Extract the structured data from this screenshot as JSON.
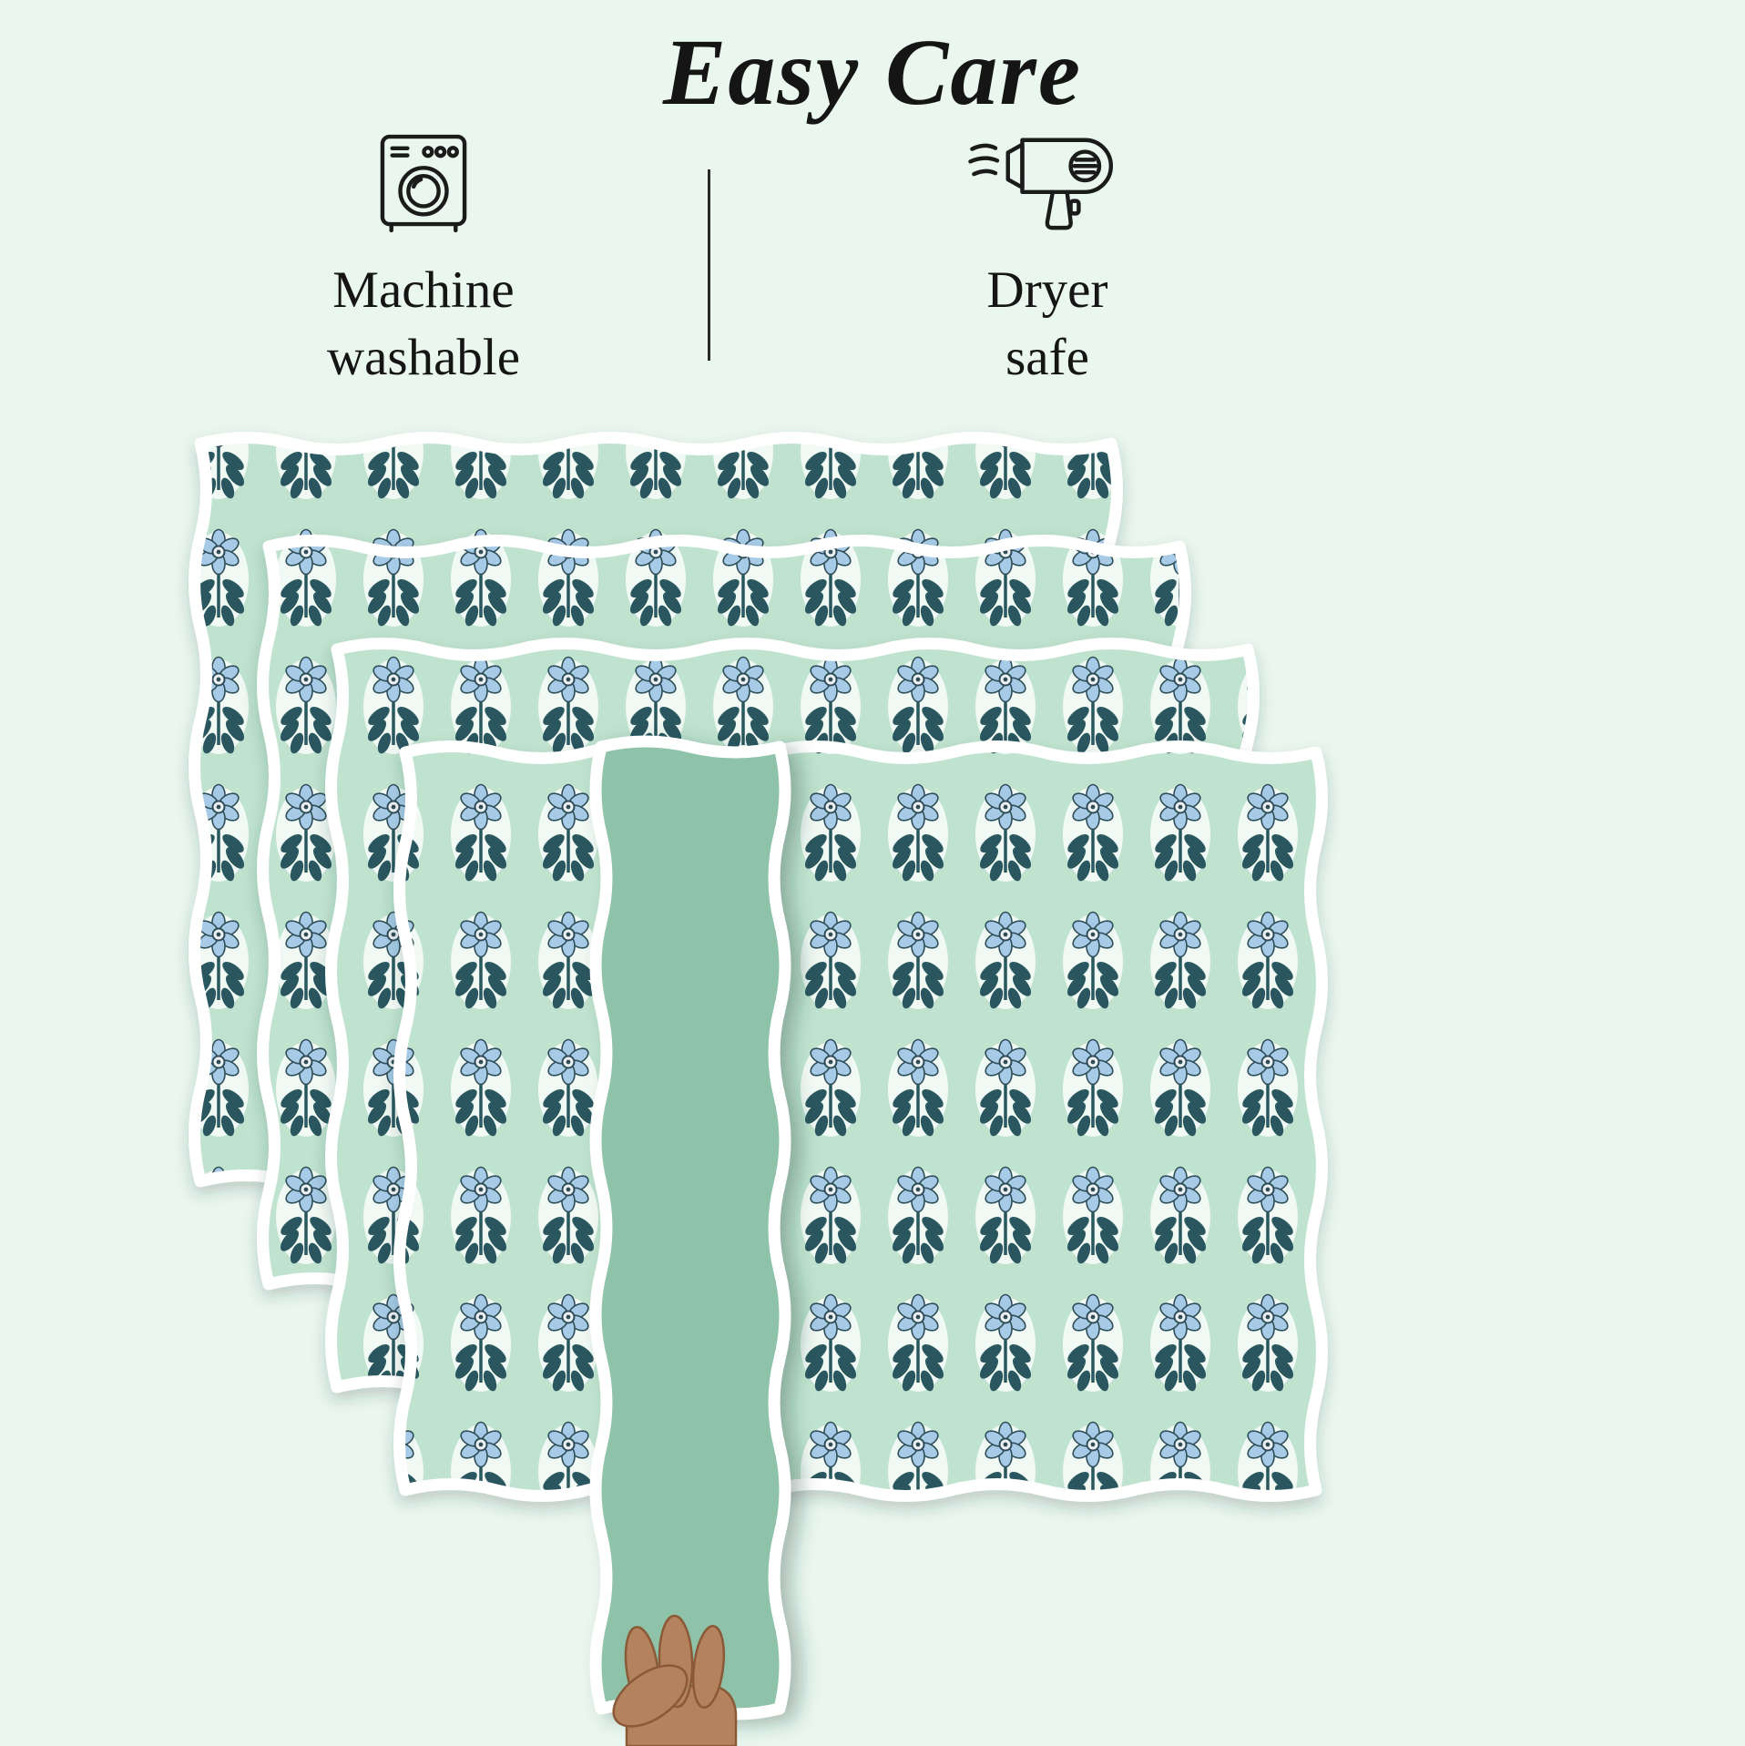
{
  "header": {
    "title": "Easy Care"
  },
  "features": [
    {
      "icon": "washing-machine-icon",
      "label": "Machine\nwashable"
    },
    {
      "icon": "hair-dryer-icon",
      "label": "Dryer\nsafe"
    }
  ],
  "product": {
    "placemats_visible": 4,
    "pattern": "blue floral block print on mint green",
    "edge": "white scalloped binding",
    "detail": "front placemat folded to show solid green reverse, held by a hand"
  },
  "colors": {
    "background": "#e9f7ef",
    "mat_base": "#bfe3cf",
    "mat_reverse": "#8fc3a9",
    "binding": "#ffffff",
    "petal_blue": "#a7cbe7",
    "leaf_teal": "#2b575e",
    "text": "#151515",
    "icon_stroke": "#1b1b1b",
    "skin": "#b5825e"
  }
}
